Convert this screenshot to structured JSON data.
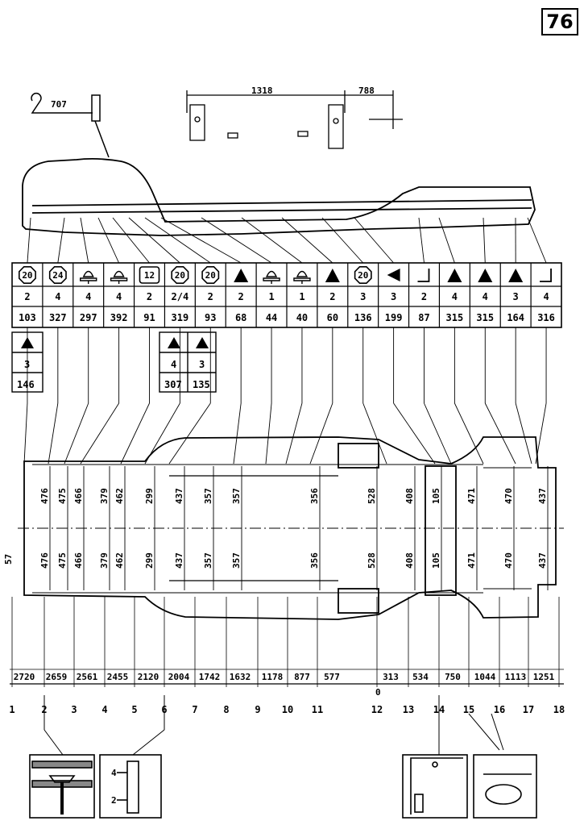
{
  "page_number": "76",
  "top_dims": {
    "width_a": "1318",
    "width_b": "788",
    "tow": "707"
  },
  "legend_cells": [
    {
      "icon": "oct-20",
      "qty": "2",
      "ref": "103"
    },
    {
      "icon": "oct-24",
      "qty": "4",
      "ref": "327"
    },
    {
      "icon": "mount-icon",
      "qty": "4",
      "ref": "297"
    },
    {
      "icon": "mount-icon",
      "qty": "4",
      "ref": "392"
    },
    {
      "icon": "rect-12",
      "qty": "2",
      "ref": "91"
    },
    {
      "icon": "oct-20",
      "qty": "2/4",
      "ref": "319"
    },
    {
      "icon": "oct-20",
      "qty": "2",
      "ref": "93"
    },
    {
      "icon": "triangle-icon",
      "qty": "2",
      "ref": "68"
    },
    {
      "icon": "mount-icon",
      "qty": "1",
      "ref": "44"
    },
    {
      "icon": "mount-icon",
      "qty": "1",
      "ref": "40"
    },
    {
      "icon": "triangle-icon",
      "qty": "2",
      "ref": "60"
    },
    {
      "icon": "oct-20",
      "qty": "3",
      "ref": "136"
    },
    {
      "icon": "wedge-icon",
      "qty": "3",
      "ref": "199"
    },
    {
      "icon": "bracket-icon",
      "qty": "2",
      "ref": "87"
    },
    {
      "icon": "triangle-icon",
      "qty": "4",
      "ref": "315"
    },
    {
      "icon": "triangle-icon",
      "qty": "4",
      "ref": "315"
    },
    {
      "icon": "triangle-icon",
      "qty": "3",
      "ref": "164"
    },
    {
      "icon": "bracket-icon",
      "qty": "4",
      "ref": "316"
    }
  ],
  "legend_labels": {
    "oct20": "20",
    "oct24": "24",
    "rect12": "12"
  },
  "extra_cells": [
    {
      "qty": "3",
      "ref": "146"
    },
    {
      "qty": "4",
      "ref": "307"
    },
    {
      "qty": "3",
      "ref": "135"
    }
  ],
  "width_dims_upper": [
    "476",
    "475",
    "466",
    "379",
    "462",
    "299",
    "437",
    "357",
    "357",
    "356",
    "528",
    "408",
    "105",
    "471",
    "470",
    "437"
  ],
  "width_dims_lower": [
    "476",
    "475",
    "466",
    "379",
    "462",
    "299",
    "437",
    "357",
    "357",
    "356",
    "528",
    "408",
    "105",
    "471",
    "470",
    "437"
  ],
  "side_dim": "57",
  "zero_label": "0",
  "length_dims": [
    "2720",
    "2659",
    "2561",
    "2455",
    "2120",
    "2004",
    "1742",
    "1632",
    "1178",
    "877",
    "577",
    "313",
    "534",
    "750",
    "1044",
    "1113",
    "1251"
  ],
  "point_numbers": [
    "1",
    "2",
    "3",
    "4",
    "5",
    "6",
    "7",
    "8",
    "9",
    "10",
    "11",
    "12",
    "13",
    "14",
    "15",
    "16",
    "17",
    "18"
  ],
  "inset_labels": {
    "a": "4",
    "b": "2"
  }
}
